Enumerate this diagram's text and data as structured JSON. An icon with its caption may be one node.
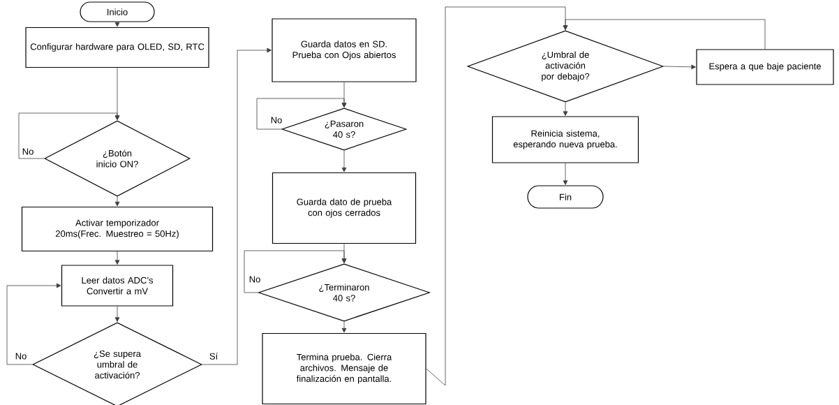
{
  "diagram": {
    "nodes": [
      {
        "text": [
          "Inicio"
        ]
      },
      {
        "text": [
          "Configurar hardware para OLED, SD, RTC"
        ]
      },
      {
        "text": [
          "¿Botón inicio ON?"
        ]
      },
      {
        "text": [
          "Activar temporizador 20ms(Frec. Muestreo = 50Hz)"
        ]
      },
      {
        "text": [
          "Leer datos ADC’s Convertir a mV"
        ]
      },
      {
        "text": [
          "¿Se supera umbral de activación?"
        ]
      },
      {
        "text": [
          "Guarda datos en SD. Prueba con Ojos abiertos"
        ]
      },
      {
        "text": [
          "¿Pasaron 40 s?"
        ]
      },
      {
        "text": [
          "Guarda dato de prueba con ojos cerrados"
        ]
      },
      {
        "text": [
          "¿Terminaron 40 s?"
        ]
      },
      {
        "text": [
          "Termina prueba. Cierra archivos. Mensaje de finalización en pantalla."
        ]
      },
      {
        "text": [
          "¿Umbral de activación por debajo?"
        ]
      },
      {
        "text": [
          "Espera a que baje paciente"
        ]
      },
      {
        "text": [
          "Reinicia sistema, esperando nueva prueba."
        ]
      },
      {
        "text": [
          "Fin"
        ]
      }
    ],
    "edges": [
      {
        "from": 0,
        "to": 1,
        "arrow": "to"
      },
      {
        "from": 1,
        "to": 2,
        "arrow": "to"
      },
      {
        "from": 2,
        "to": 2,
        "arrow": "to",
        "label": "No"
      },
      {
        "from": 2,
        "to": 3,
        "arrow": "to"
      },
      {
        "from": 3,
        "to": 4,
        "arrow": "to"
      },
      {
        "from": 4,
        "to": 5,
        "arrow": "to"
      },
      {
        "from": 5,
        "to": 4,
        "arrow": "to",
        "label": "No"
      },
      {
        "from": 5,
        "to": 6,
        "arrow": "to",
        "label": "Sí"
      },
      {
        "from": 6,
        "to": 7,
        "arrow": "to"
      },
      {
        "from": 7,
        "to": 7,
        "arrow": "to",
        "label": "No"
      },
      {
        "from": 7,
        "to": 8,
        "arrow": "to"
      },
      {
        "from": 8,
        "to": 9,
        "arrow": "to"
      },
      {
        "from": 9,
        "to": 9,
        "arrow": "to",
        "label": "No"
      },
      {
        "from": 9,
        "to": 10,
        "arrow": "to"
      },
      {
        "from": 10,
        "to": 11,
        "arrow": "to"
      },
      {
        "from": 11,
        "to": 12,
        "arrow": "to"
      },
      {
        "from": 12,
        "to": 11,
        "arrow": "to"
      },
      {
        "from": 11,
        "to": 13,
        "arrow": "to"
      },
      {
        "from": 13,
        "to": 14,
        "arrow": "to"
      }
    ]
  }
}
